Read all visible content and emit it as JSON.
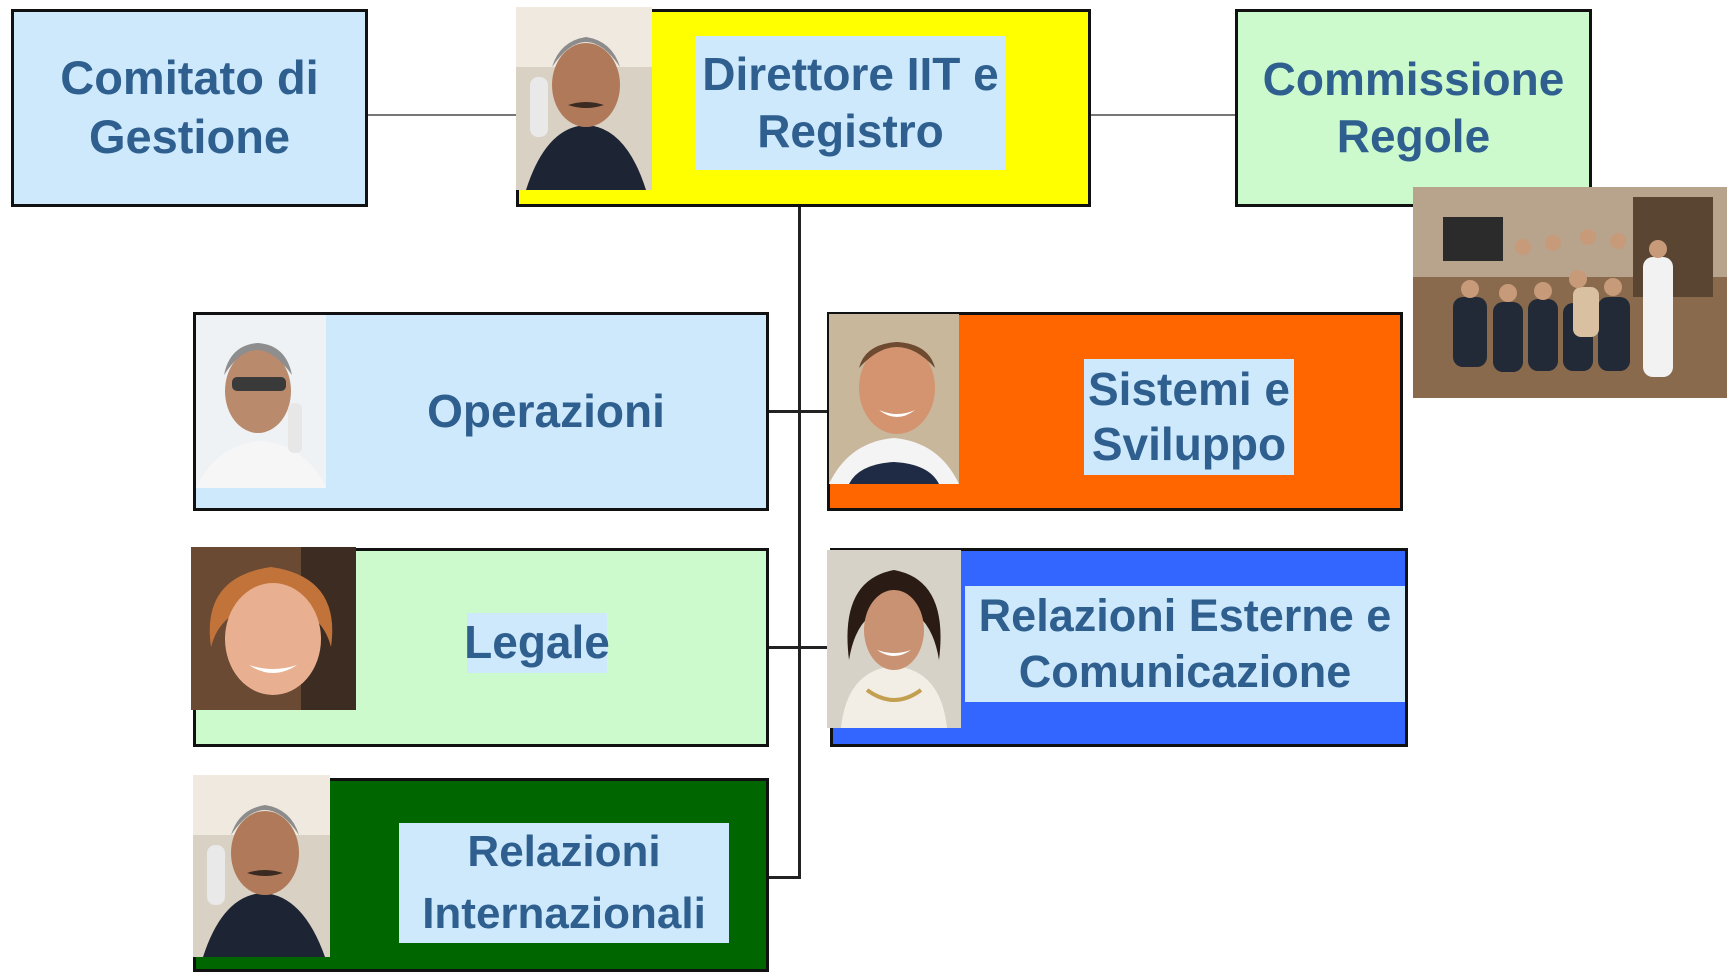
{
  "nodes": {
    "comitato": {
      "label": "Comitato di\nGestione"
    },
    "direttore": {
      "label": "Direttore IIT e\nRegistro"
    },
    "commissione": {
      "label": "Commissione\nRegole"
    },
    "operazioni": {
      "label": "Operazioni"
    },
    "sistemi": {
      "label": "Sistemi e\nSviluppo"
    },
    "legale": {
      "label": "Legale"
    },
    "relazioni_esterne": {
      "label": "Relazioni Esterne e\nComunicazione"
    },
    "relazioni_internazionali": {
      "label": "Relazioni\nInternazionali"
    }
  },
  "colors": {
    "light_blue": "#cde9fb",
    "light_green": "#ccfacc",
    "yellow": "#ffff00",
    "orange": "#ff6600",
    "blue": "#3366ff",
    "dark_green": "#006600",
    "text": "#2f5f8f"
  },
  "photos": [
    "director-photo",
    "operazioni-photo",
    "sistemi-photo",
    "legale-photo",
    "relazioni-esterne-photo",
    "relazioni-internazionali-photo",
    "commissione-group-photo"
  ]
}
